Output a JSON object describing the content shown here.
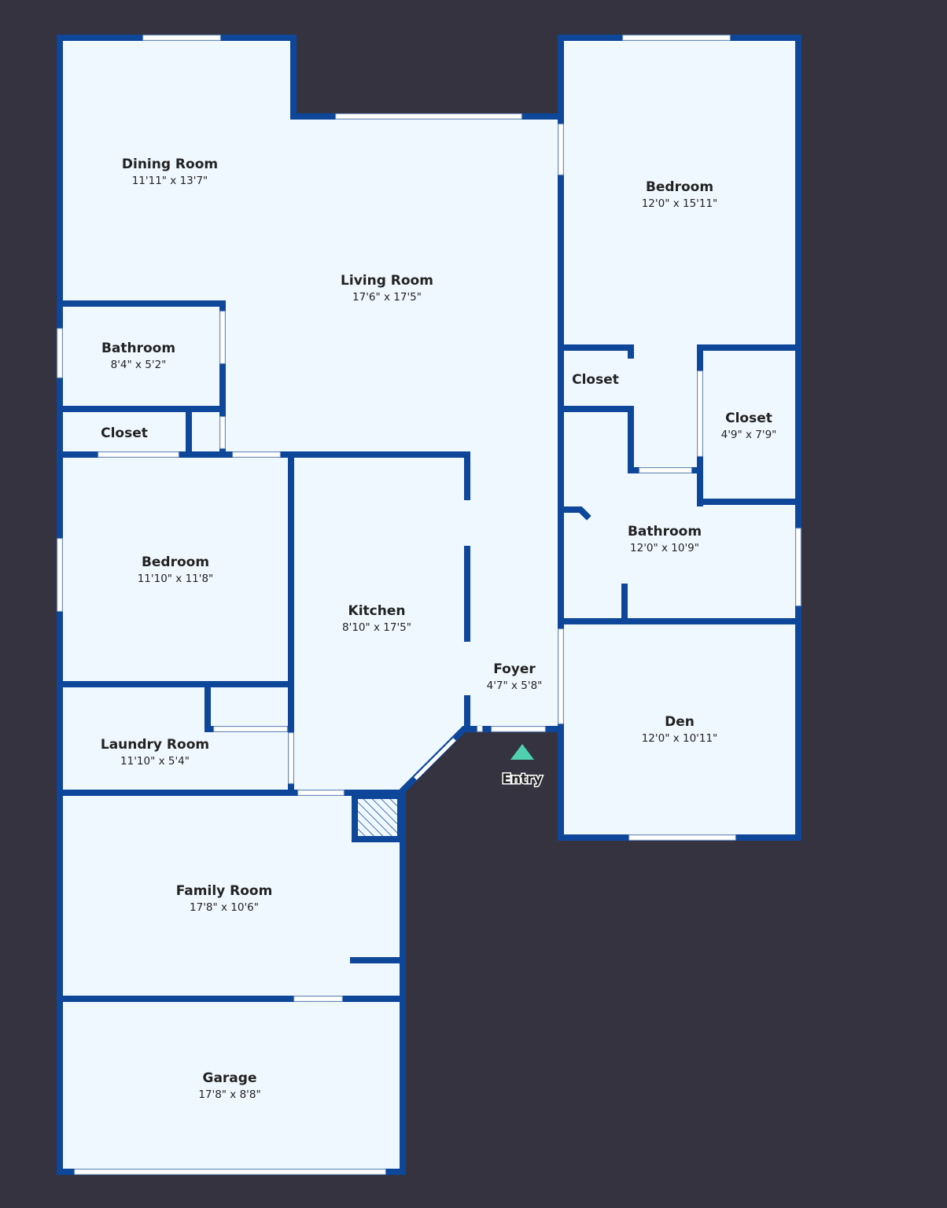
{
  "colors": {
    "background": "#34333f",
    "floor": "#f0f8ff",
    "wall": "#0e4699",
    "entry_marker": "#4fd1b0"
  },
  "rooms": {
    "dining": {
      "name": "Dining Room",
      "dim": "11'11\" x 13'7\""
    },
    "living": {
      "name": "Living Room",
      "dim": "17'6\" x 17'5\""
    },
    "bath1": {
      "name": "Bathroom",
      "dim": "8'4\" x 5'2\""
    },
    "closet1": {
      "name": "Closet"
    },
    "bed1": {
      "name": "Bedroom",
      "dim": "11'10\" x 11'8\""
    },
    "kitchen": {
      "name": "Kitchen",
      "dim": "8'10\" x 17'5\""
    },
    "laundry": {
      "name": "Laundry Room",
      "dim": "11'10\" x 5'4\""
    },
    "family": {
      "name": "Family Room",
      "dim": "17'8\" x 10'6\""
    },
    "garage": {
      "name": "Garage",
      "dim": "17'8\" x 8'8\""
    },
    "bed2": {
      "name": "Bedroom",
      "dim": "12'0\" x 15'11\""
    },
    "closet2": {
      "name": "Closet"
    },
    "closet3": {
      "name": "Closet",
      "dim": "4'9\" x 7'9\""
    },
    "bath2": {
      "name": "Bathroom",
      "dim": "12'0\" x 10'9\""
    },
    "foyer": {
      "name": "Foyer",
      "dim": "4'7\" x 5'8\""
    },
    "den": {
      "name": "Den",
      "dim": "12'0\" x 10'11\""
    }
  },
  "entry": {
    "label": "Entry",
    "icon": "triangle-up-icon"
  }
}
